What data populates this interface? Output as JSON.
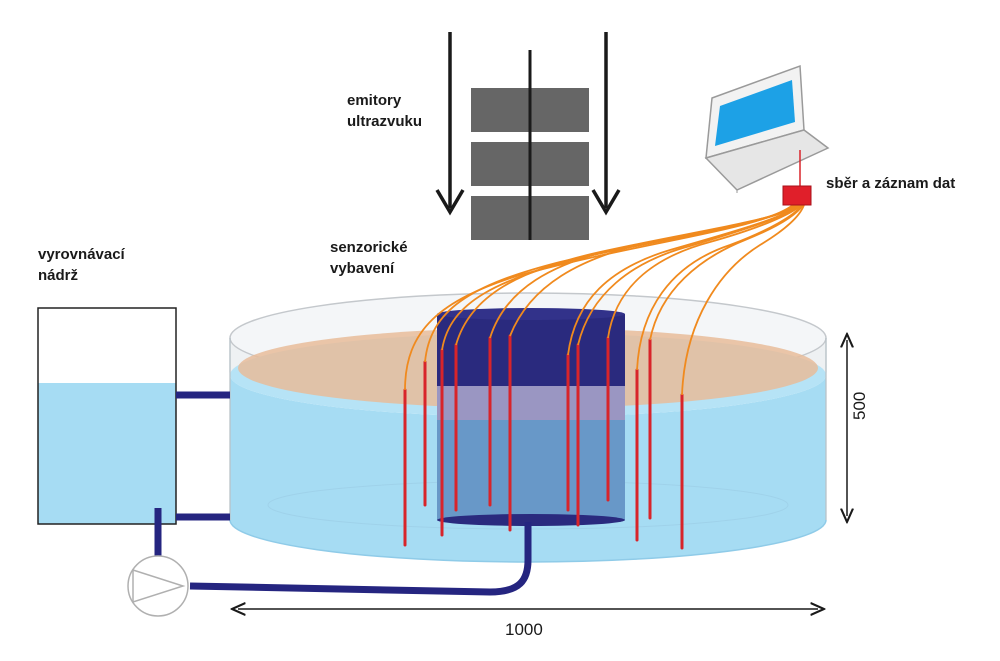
{
  "labels": {
    "emitters_line1": "emitory",
    "emitters_line2": "ultrazvuku",
    "sensors_line1": "senzorické",
    "sensors_line2": "vybavení",
    "tank_line1": "vyrovnávací",
    "tank_line2": "nádrž",
    "daq": "sběr a záznam dat"
  },
  "dimensions": {
    "width": "1000",
    "height": "500"
  },
  "colors": {
    "water": "#a6dcf3",
    "water_dark": "#8fcbe8",
    "sediment_layer": "#e8bc9a",
    "inner_cylinder": "#2a2a7e",
    "sensor_probe": "#d8242a",
    "cable": "#f08a1e",
    "pipe": "#252580",
    "emitter": "#666666",
    "laptop_screen": "#1da1e6",
    "daq_box": "#e01f2a"
  },
  "icons": {
    "pump": "pump-icon",
    "laptop": "laptop-icon",
    "emitter_arrows": "down-arrow-icon"
  }
}
